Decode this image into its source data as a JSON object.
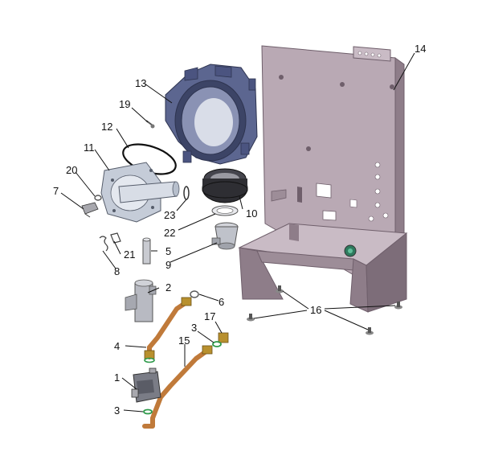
{
  "callouts": {
    "c1": "1",
    "c2": "2",
    "c3a": "3",
    "c3b": "3",
    "c4": "4",
    "c5": "5",
    "c6": "6",
    "c7": "7",
    "c8": "8",
    "c9": "9",
    "c10": "10",
    "c11": "11",
    "c12": "12",
    "c13": "13",
    "c14": "14",
    "c15": "15",
    "c16": "16",
    "c17": "17",
    "c19": "19",
    "c20": "20",
    "c21": "21",
    "c22": "22",
    "c23": "23"
  },
  "colors": {
    "frame": "#b9a9b4",
    "frame_dark": "#8e7d89",
    "frame_shadow": "#6f5f6b",
    "heat_exchanger": "#5c6690",
    "heat_exchanger_dark": "#3c4466",
    "burner": "#c5ccd8",
    "copper": "#c07a3a",
    "brass": "#b8902e",
    "green_oring": "#2e9a4a",
    "gray_part": "#a8a8ae"
  }
}
